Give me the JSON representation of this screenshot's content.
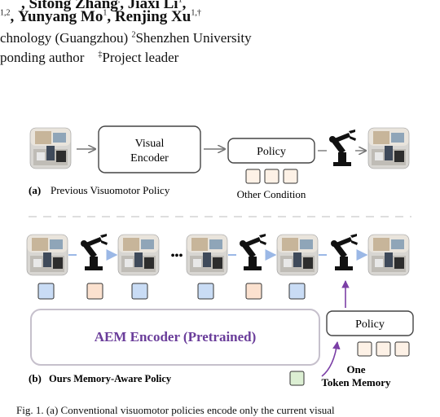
{
  "header": {
    "authors_line_prefix": ", Sitong Zhang",
    "authors_line_mid": ", Jiaxi Li",
    "authors_line_mid_sup": "1",
    "authors_line2_prefix_sup": "1,2",
    "author_yunyang": "Yunyang Mo",
    "author_yunyang_sup": "1",
    "author_renjing": "Renjing Xu",
    "author_renjing_sup": "1,†",
    "affiliation_1": "chnology (Guangzhou)",
    "affiliation_2_sup": "2",
    "affiliation_2": "Shenzhen University",
    "role_1": "ponding author",
    "role_2_sup": "‡",
    "role_2": "Project leader"
  },
  "figure": {
    "top_panel": {
      "encoder_label_line1": "Visual",
      "encoder_label_line2": "Encoder",
      "policy_label": "Policy",
      "other_condition_label": "Other Condition",
      "caption_tag": "(a)",
      "caption_text": "Previous Visuomotor Policy"
    },
    "bottom_panel": {
      "aem_label": "AEM Encoder (Pretrained)",
      "policy_label": "Policy",
      "ellipsis": "•••",
      "memory_label_line1": "One",
      "memory_label_line2": "Token Memory",
      "caption_tag": "(b)",
      "caption_text": "Ours Memory-Aware Policy"
    },
    "colors": {
      "aem_purple": "#6a3d9a",
      "arrow_purple": "#7b3fa6",
      "token_blue": "#c9dcf5",
      "token_orange": "#fbe1cf",
      "token_cream": "#fdf1e6",
      "token_green": "#dcefd3",
      "flow_arrow_blue": "#9bb8e6"
    }
  },
  "caption_bottom": "Fig. 1.  (a) Conventional visuomotor policies encode only the current visual"
}
